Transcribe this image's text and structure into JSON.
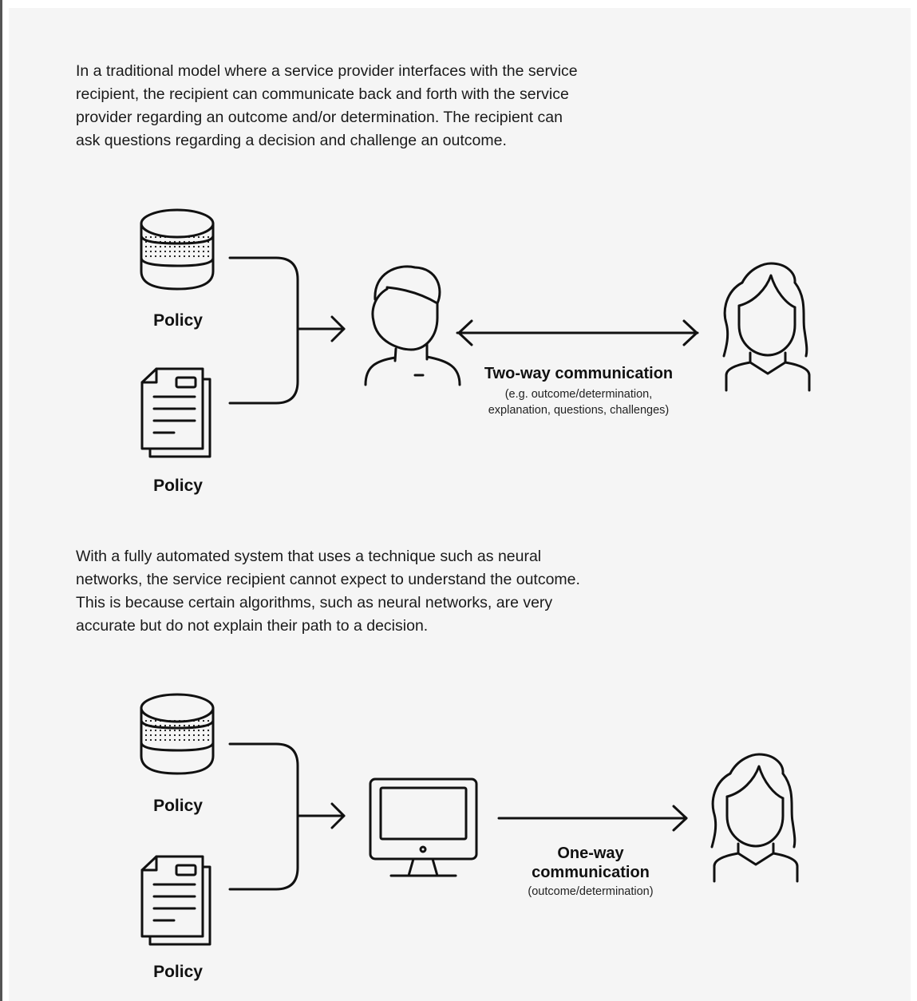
{
  "top_paragraph": "In a traditional model where a service provider interfaces with the service\nrecipient, the recipient can communicate back and forth with the service\nprovider regarding an outcome and/or determination. The recipient can\nask questions regarding a decision and challenge an outcome.",
  "bottom_paragraph": "With a fully automated system that uses a technique such as neural\nnetworks, the service recipient cannot expect to understand the outcome.\nThis is because certain algorithms, such as neural networks, are very\naccurate but do not explain their path to a decision.",
  "diagram1": {
    "policy_db_label": "Policy",
    "policy_doc_label": "Policy",
    "comm_title": "Two-way communication",
    "comm_detail_1": "(e.g. outcome/determination,",
    "comm_detail_2": "explanation, questions, challenges)"
  },
  "diagram2": {
    "policy_db_label": "Policy",
    "policy_doc_label": "Policy",
    "comm_title_1": "One-way",
    "comm_title_2": "communication",
    "comm_detail": "(outcome/determination)"
  },
  "icons": [
    "database-icon",
    "document-icon",
    "man-icon",
    "woman-icon",
    "computer-monitor-icon"
  ],
  "colors": {
    "background": "#f5f5f5",
    "ink": "#111111",
    "rule": "#555555"
  }
}
